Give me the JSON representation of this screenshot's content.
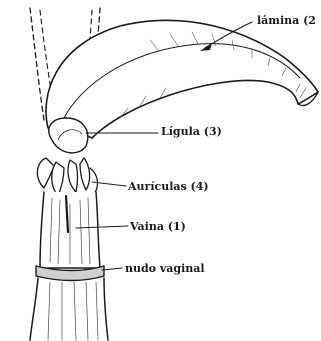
{
  "labels": {
    "lamina": "lámina (2",
    "ligula": "Lígula (3)",
    "auriculas": "Aurículas (4)",
    "vaina": "Vaina (1)",
    "nudo": "nudo vaginal"
  },
  "colors": {
    "ink": "#1a1a1a",
    "paper": "#ffffff",
    "shade": "#cfcfcf"
  }
}
